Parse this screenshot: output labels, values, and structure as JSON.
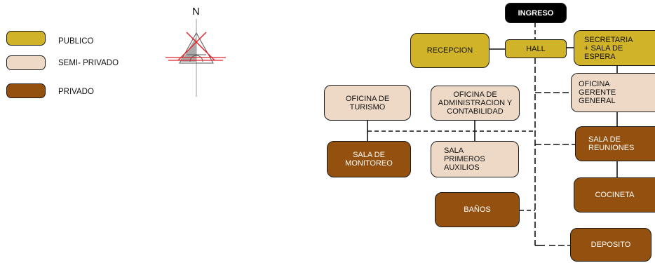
{
  "colors": {
    "publico": "#d1b32a",
    "semi_privado": "#eed9c6",
    "privado": "#93500e",
    "ingreso": "#000000"
  },
  "legend": {
    "publico": "PUBLICO",
    "semi_privado": "SEMI- PRIVADO",
    "privado": "PRIVADO"
  },
  "north": {
    "label": "N",
    "icon": "north-arrow-icon"
  },
  "nodes": {
    "ingreso": "INGRESO",
    "hall": "HALL",
    "recepcion": "RECEPCION",
    "secretaria": "SECRETARIA + SALA DE ESPERA",
    "oficina_gerente": "OFICINA GERENTE GENERAL",
    "oficina_turismo": "OFICINA DE TURISMO",
    "oficina_admin": "OFICINA DE ADMINISTRACION Y CONTABILIDAD",
    "sala_monitoreo": "SALA DE MONITOREO",
    "sala_primeros_auxilios": "SALA PRIMEROS AUXILIOS",
    "sala_reuniones": "SALA DE REUNIONES",
    "cocineta": "COCINETA",
    "banos": "BAÑOS",
    "deposito": "DEPOSITO"
  }
}
